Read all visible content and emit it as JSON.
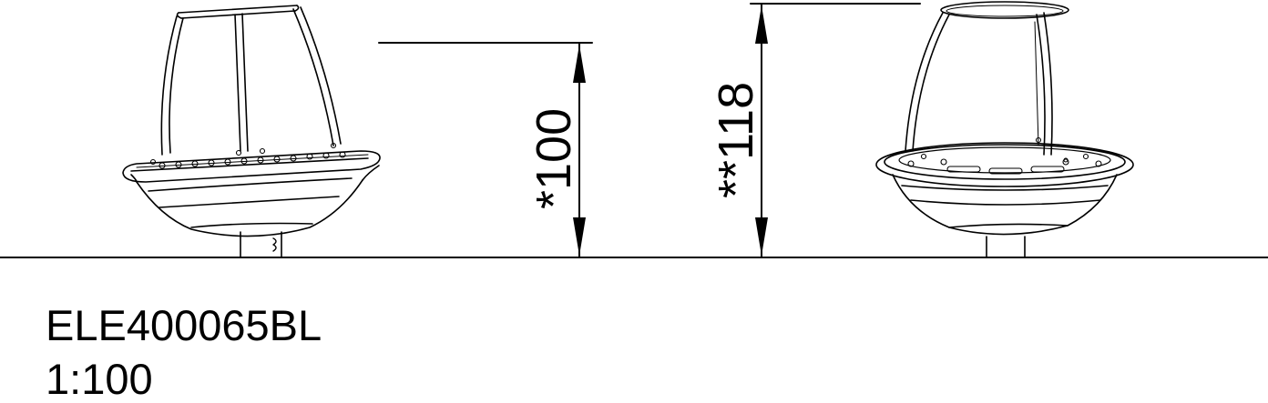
{
  "drawing": {
    "product_code": "ELE400065BL",
    "scale": "1:100",
    "dimensions": [
      {
        "label": "*100",
        "view": "side"
      },
      {
        "label": "**118",
        "view": "front"
      }
    ],
    "line_color": "#000000",
    "background": "#ffffff"
  }
}
